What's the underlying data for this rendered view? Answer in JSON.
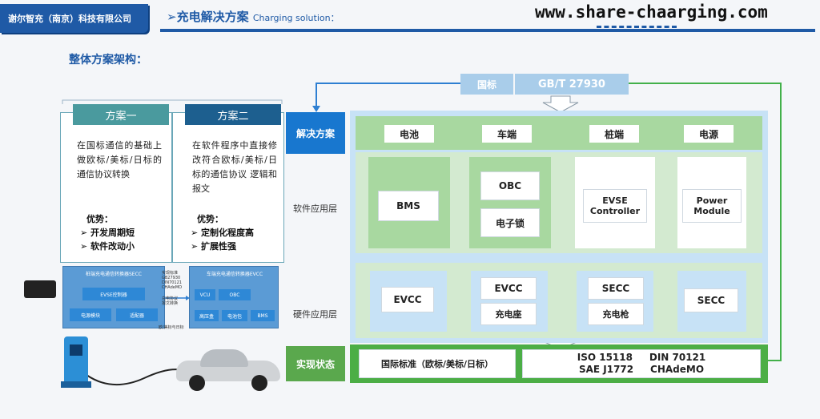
{
  "header": {
    "company": "谢尔智充（南京）科技有限公司",
    "title_cn": "充电解决方案",
    "title_en": "Charging solution：",
    "url": "www.share-chaarging.com"
  },
  "subheading": "整体方案架构：",
  "scheme1": {
    "title": "方案一",
    "desc": "在国标通信的基础上做欧标/美标/日标的通信协议转换",
    "adv_title": "优势：",
    "adv1": "开发周期短",
    "adv2": "软件改动小"
  },
  "scheme2": {
    "title": "方案二",
    "desc": "在软件程序中直接修改符合欧标/美标/日标的通信协议 逻辑和报文",
    "adv_title": "优势：",
    "adv1": "定制化程度高",
    "adv2": "扩展性强"
  },
  "blocks": {
    "left_title": "桩端充电通信转换器SECC",
    "left_inner": "EVSE控制器",
    "left_b1": "电源模块",
    "left_b2": "适配器",
    "right_title": "车端充电通信转换器EVCC",
    "right_a": "VCU",
    "right_b": "OBC",
    "right_c": "高压盒",
    "right_d": "电池包",
    "right_e": "BMS",
    "mid1": "实现标准",
    "mid2": "GB27930",
    "mid3": "DIN70121",
    "mid4": "CHAdeMO",
    "mid5": "充电协议",
    "mid6": "报文转换",
    "bottom_note": "欧/美标与日标"
  },
  "arch": {
    "guobiao": "国标",
    "standard": "GB/T 27930",
    "solution_label": "解决方案",
    "software_layer": "软件应用层",
    "hardware_layer": "硬件应用层",
    "status_label": "实现状态",
    "categories": [
      "电池",
      "车端",
      "桩端",
      "电源"
    ],
    "sw": {
      "bms": "BMS",
      "obc": "OBC",
      "lock": "电子锁",
      "evse": "EVSE Controller",
      "power": "Power Module"
    },
    "hw": {
      "evcc1": "EVCC",
      "evcc2": "EVCC",
      "inlet": "充电座",
      "secc1": "SECC",
      "gun": "充电枪",
      "secc2": "SECC"
    },
    "status_left": "国际标准（欧标/美标/日标）",
    "status_r1": "ISO 15118     DIN 70121",
    "status_r2": "SAE J1772     CHAdeMO"
  }
}
